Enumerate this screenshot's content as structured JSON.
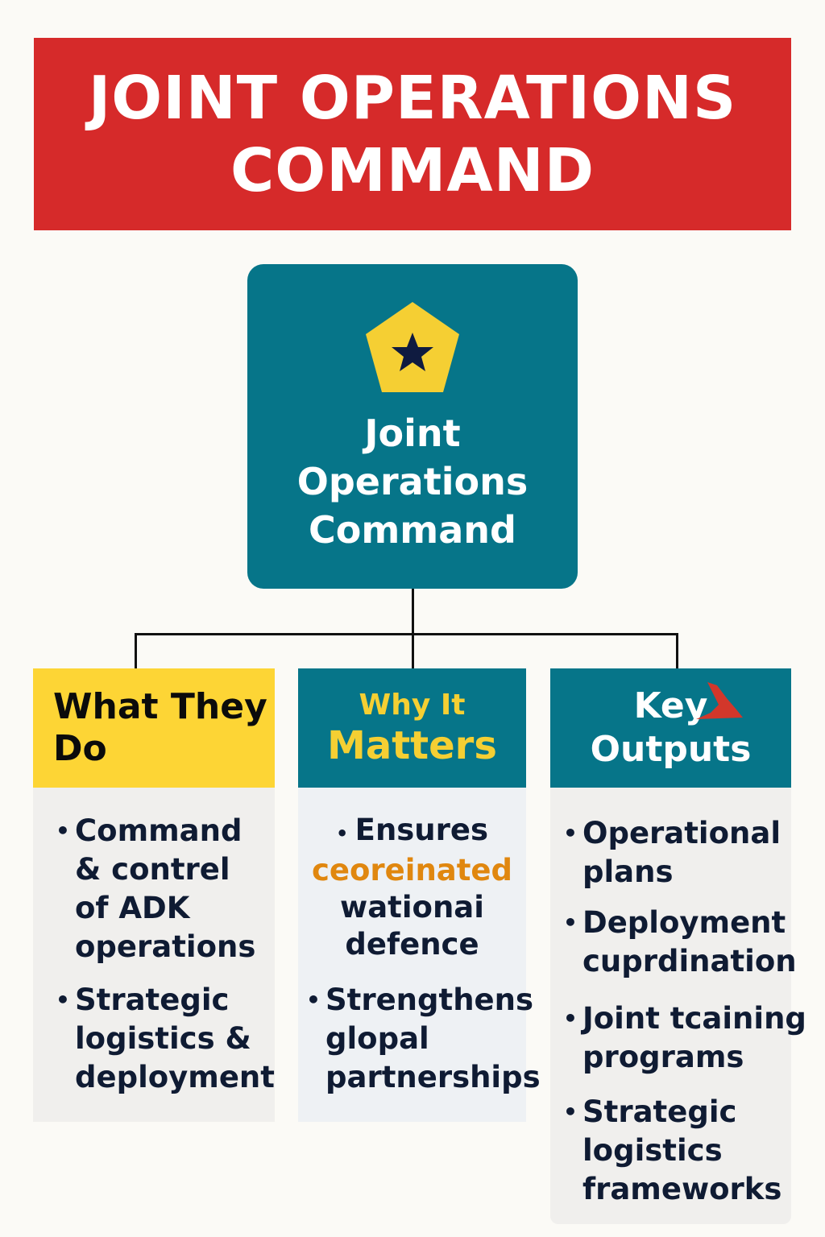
{
  "banner": {
    "line1": "JOINT OPERATIONS",
    "line2": "COMMAND"
  },
  "center": {
    "icon": "star-icon",
    "lines": [
      "Joint",
      "Operations",
      "Command"
    ]
  },
  "columns": [
    {
      "header": [
        "What They",
        "Do"
      ],
      "bullets": [
        [
          "Command",
          "& contrel",
          "of ADK",
          "operations"
        ],
        [
          "Strategic",
          "logistics &",
          "deployment"
        ]
      ]
    },
    {
      "header": [
        "Why It",
        "Matters"
      ],
      "bullets": [
        [
          "Ensures",
          "ceoreinated",
          "wationai",
          "defence"
        ],
        [
          "Strengthens",
          "glopal",
          "partnerships"
        ]
      ]
    },
    {
      "header": [
        "Key",
        "Outputs"
      ],
      "bullets": [
        [
          "Operational",
          "plans"
        ],
        [
          "Deployment",
          "cuprdination"
        ],
        [
          "Joint tcaining",
          "programs"
        ],
        [
          "Strategic",
          "logistics",
          "frameworks"
        ]
      ]
    }
  ],
  "colors": {
    "red": "#d62a2a",
    "teal": "#067589",
    "yellow": "#fdd535",
    "orange": "#e0870f"
  }
}
